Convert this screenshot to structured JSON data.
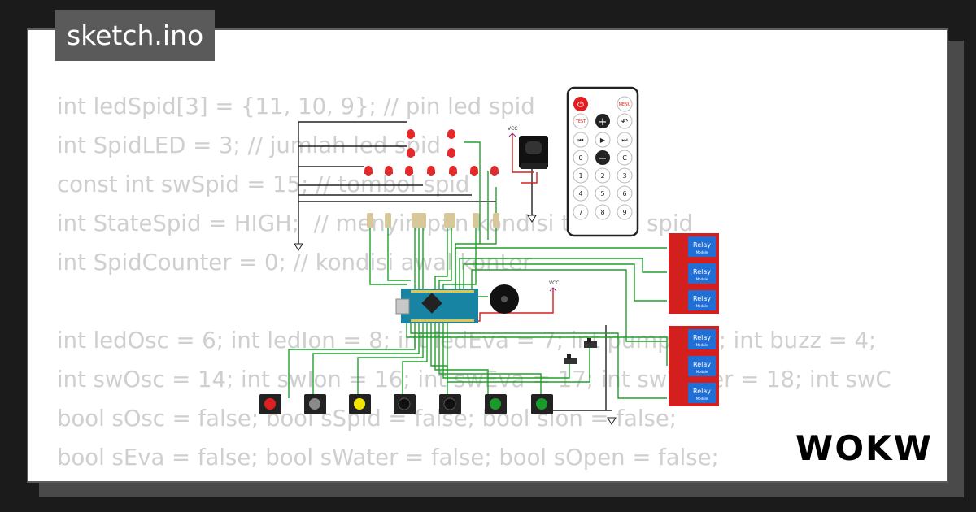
{
  "title": "sketch.ino",
  "code_lines": [
    "int ledSpid[3] = {11, 10, 9}; // pin led spid",
    "int SpidLED = 3; // jumlah led spid",
    "const int swSpid = 15; // tombol spid",
    "int StateSpid = HIGH;  // menyimpan kondisi tombol spid",
    "int SpidCounter = 0; // kondisi awal konter",
    "",
    "int ledOsc = 6; int ledIon = 8; int ledEva = 7; int pump = 3; int buzz = 4;",
    "int swOsc = 14; int swIon = 16; int swEva = 17; int swWater = 18; int swC",
    "bool sOsc = false; bool sSpid = false; bool sIon = false;",
    "bool sEva = false; bool sWater = false; bool sOpen = false;"
  ],
  "logo": "WOKWI",
  "circuit": {
    "vcc_label": "VCC",
    "remote": {
      "power": "⏻",
      "menu": "MENU",
      "test": "TEST",
      "plus": "+",
      "back": "↶",
      "prev": "⏮",
      "play": "▶",
      "next": "⏭",
      "zero": "0",
      "minus": "−",
      "clear": "C",
      "digits": [
        "1",
        "2",
        "3",
        "4",
        "5",
        "6",
        "7",
        "8",
        "9"
      ]
    },
    "relay_label": "Relay",
    "relay_sub": "Module",
    "buttons": [
      "#e02020",
      "#8a8a8a",
      "#f2e500",
      "#111111",
      "#111111",
      "#1a9a2a",
      "#1a9a2a"
    ],
    "led_color": "#e22a2a",
    "wire_color": "#1fa02a",
    "board_color": "#1784a3"
  }
}
